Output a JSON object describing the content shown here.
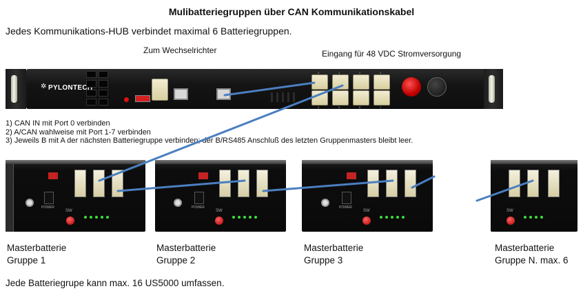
{
  "title": "Mulibatteriegruppen über CAN Kommunikationskabel",
  "subtitle": "Jedes Kommunikations-HUB verbindet maximal 6 Batteriegruppen.",
  "labels": {
    "inverter": "Zum Wechselrichter",
    "power_input": "Eingang für 48 VDC Stromversorgung"
  },
  "hub": {
    "brand": "PYLONTECH",
    "port_numbers_top": [
      "0",
      "1",
      "2",
      "3"
    ],
    "port_numbers_bottom": [
      "4",
      "5",
      "6",
      "7"
    ]
  },
  "instructions": [
    "1) CAN IN mit Port 0 verbinden",
    "2) A/CAN wahlweise mit Port 1-7 verbinden",
    "3) Jeweils B mit A der nächsten Batteriegruppe verbinden; der B/RS485 Anschluß des letzten Gruppenmasters bleibt leer."
  ],
  "battery_panel": {
    "power_label": "POWER",
    "sw_label": "SW"
  },
  "groups": [
    {
      "line1": "Masterbatterie",
      "line2": "Gruppe 1"
    },
    {
      "line1": "Masterbatterie",
      "line2": "Gruppe 2"
    },
    {
      "line1": "Masterbatterie",
      "line2": "Gruppe 3"
    },
    {
      "line1": "Masterbatterie",
      "line2": "Gruppe N. max. 6"
    }
  ],
  "footer": "Jede Batteriegrupe kann max. 16 US5000 umfassen.",
  "colors": {
    "cable": "#4a7fc0",
    "port_beige": "#e8e1bc",
    "red_button": "#d01010"
  }
}
